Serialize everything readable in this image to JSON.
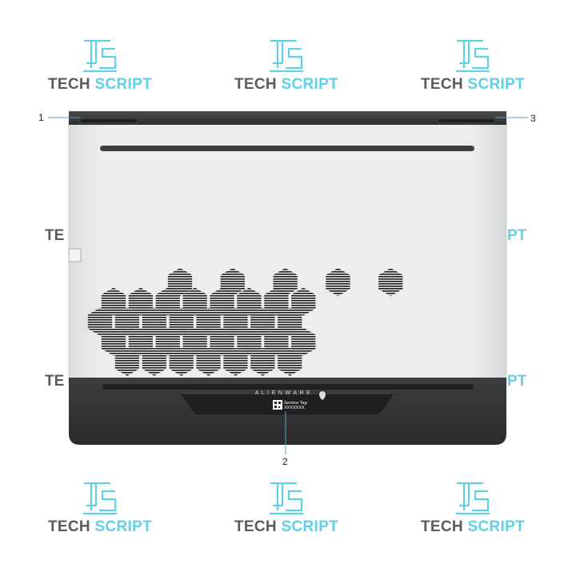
{
  "watermark": {
    "word1": "TECH",
    "word2": "SCRIPT",
    "color_dark": "#5b5b5b",
    "color_accent": "#5fd1e6"
  },
  "device": {
    "brand_text": "ALIENWARE",
    "service_tag_label": "Service Tag",
    "service_tag_value": "XXXXXXX",
    "body_color": "#e8e9ea",
    "bezel_color": "#3a3b3d"
  },
  "callouts": [
    {
      "label": "1"
    },
    {
      "label": "2"
    },
    {
      "label": "3"
    }
  ],
  "side_fragments": {
    "left": "TE",
    "right": "PT"
  }
}
